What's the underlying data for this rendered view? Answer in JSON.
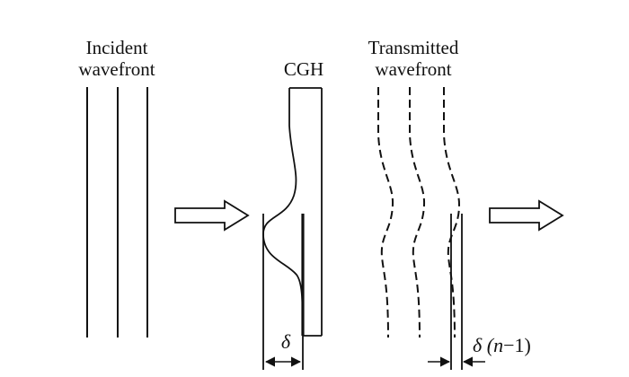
{
  "labels": {
    "incident_line1": "Incident",
    "incident_line2": "wavefront",
    "cgh": "CGH",
    "transmitted_line1": "Transmitted",
    "transmitted_line2": "wavefront",
    "delta": "δ",
    "delta_n_prefix": "δ (",
    "delta_n_var": "n",
    "delta_n_suffix": "−1)"
  },
  "colors": {
    "stroke": "#111111",
    "background": "#ffffff"
  }
}
